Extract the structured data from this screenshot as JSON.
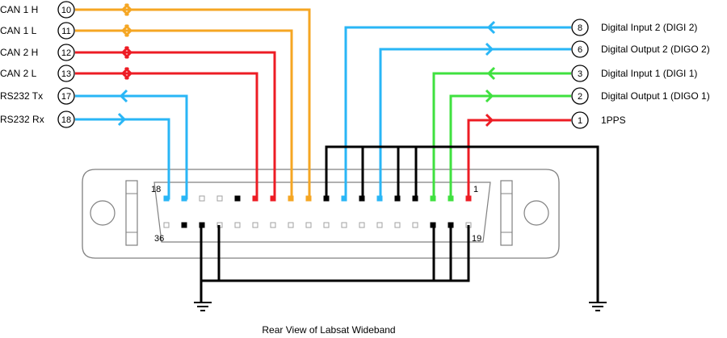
{
  "caption": "Rear View of Labsat Wideband",
  "colors": {
    "orange": "#f5a623",
    "red": "#ed1c24",
    "blue": "#29b6f6",
    "green": "#3fe13f",
    "black": "#000000"
  },
  "left_signals": [
    {
      "label": "CAN 1 H",
      "pin": "10",
      "color": "orange",
      "direction": "bidirectional"
    },
    {
      "label": "CAN 1 L",
      "pin": "11",
      "color": "orange",
      "direction": "bidirectional"
    },
    {
      "label": "CAN 2 H",
      "pin": "12",
      "color": "red",
      "direction": "bidirectional"
    },
    {
      "label": "CAN 2 L",
      "pin": "13",
      "color": "red",
      "direction": "bidirectional"
    },
    {
      "label": "RS232 Tx",
      "pin": "17",
      "color": "blue",
      "direction": "output"
    },
    {
      "label": "RS232 Rx",
      "pin": "18",
      "color": "blue",
      "direction": "input"
    }
  ],
  "right_signals": [
    {
      "label": "Digital Input 2 (DIGI 2)",
      "pin": "8",
      "color": "blue",
      "direction": "input"
    },
    {
      "label": "Digital Output 2 (DIGO 2)",
      "pin": "6",
      "color": "blue",
      "direction": "output"
    },
    {
      "label": "Digital Input 1 (DIGI 1)",
      "pin": "3",
      "color": "green",
      "direction": "input"
    },
    {
      "label": "Digital Output 1 (DIGO 1)",
      "pin": "2",
      "color": "green",
      "direction": "output"
    },
    {
      "label": "1PPS",
      "pin": "1",
      "color": "red",
      "direction": "output"
    }
  ],
  "connector_pin_labels": {
    "top_left": "18",
    "top_right": "1",
    "bottom_left": "36",
    "bottom_right": "19"
  }
}
